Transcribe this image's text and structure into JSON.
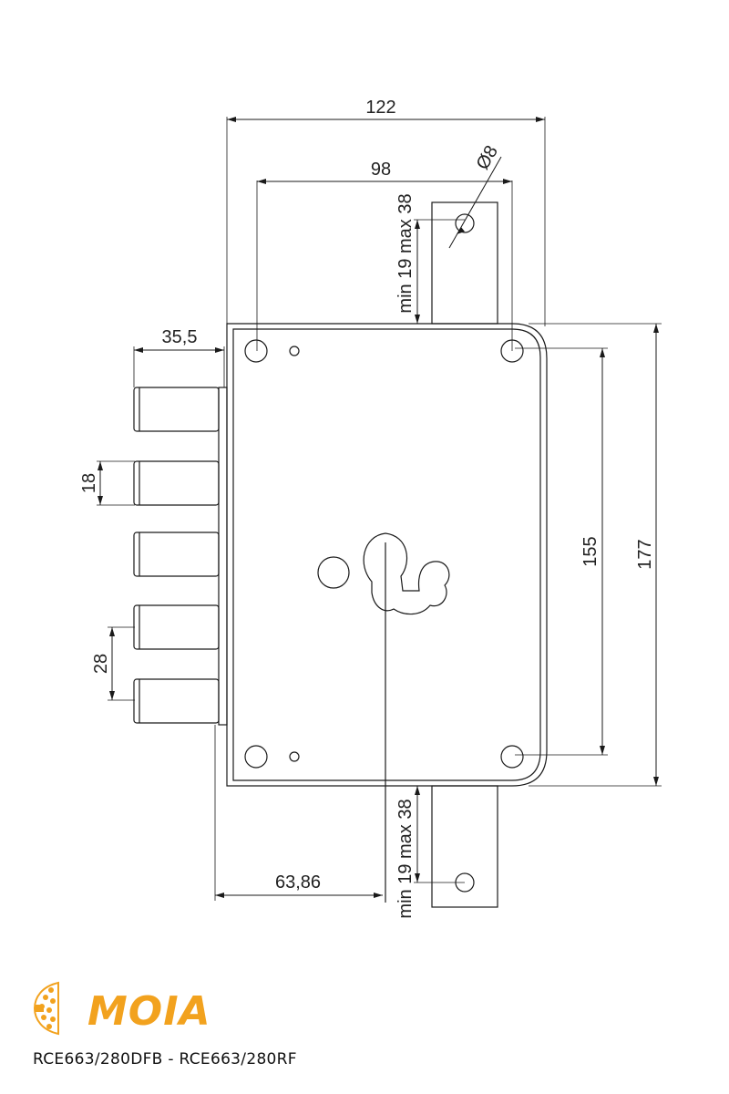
{
  "dimensions": {
    "overall_width": "122",
    "hole_spacing": "98",
    "hole_diameter": "Ø8",
    "backset_top": "35,5",
    "bolt_height": "18",
    "bolt_pitch": "28",
    "hole_vertical": "155",
    "overall_height": "177",
    "backset": "63,86",
    "rod_range_top": "min 19 max 38",
    "rod_range_bottom": "min 19 max 38"
  },
  "brand": {
    "name": "MOIA",
    "color": "#f2a21e",
    "logo_icon": "moia-shield-icon"
  },
  "model": "RCE663/280DFB - RCE663/280RF"
}
